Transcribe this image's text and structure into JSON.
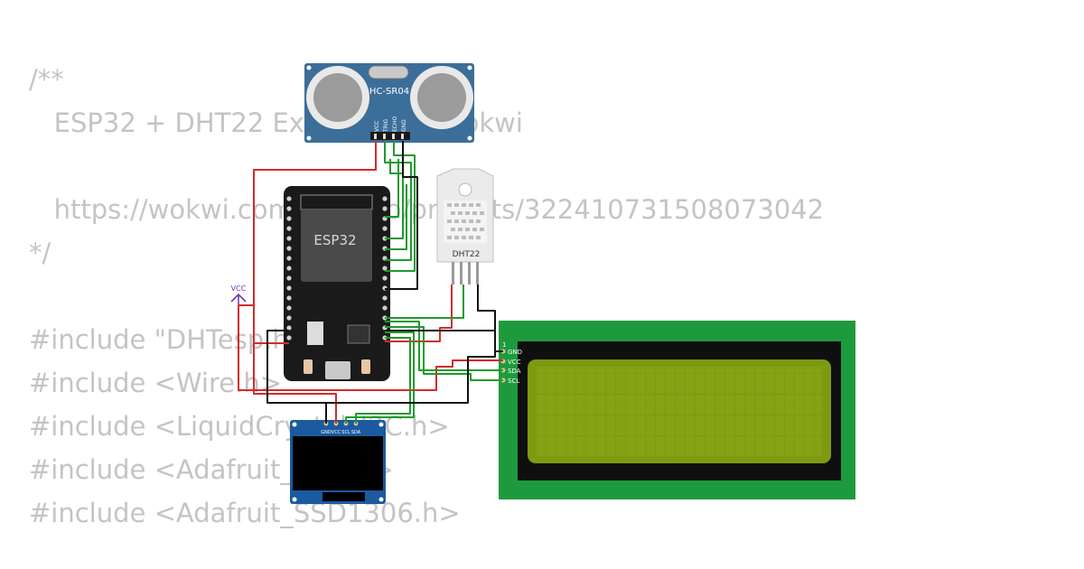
{
  "code_lines": [
    "/**",
    "   ESP32 + DHT22 Example for Wokwi",
    "",
    "   https://wokwi.com/arduino/projects/322410731508073042",
    "*/",
    "",
    "#include \"DHTesp.h\"",
    "#include <Wire.h>",
    "#include <LiquidCrystal_I2C.h>",
    "#include <Adafruit_GFX.h>",
    "#include <Adafruit_SSD1306.h>"
  ],
  "components": {
    "ultrasonic": {
      "label": "HC-SR04",
      "pins": [
        "VCC",
        "TRIG",
        "ECHO",
        "GND"
      ]
    },
    "esp32": {
      "label": "ESP32"
    },
    "dht": {
      "label": "DHT22"
    },
    "vcc_label": "VCC",
    "lcd": {
      "pin1": "1",
      "pins": [
        "GND",
        "VCC",
        "SDA",
        "SCL"
      ]
    },
    "oled": {
      "pins": [
        "GND",
        "VCC",
        "SCL",
        "SDA"
      ]
    }
  },
  "colors": {
    "wire_red": "#d42b2b",
    "wire_green": "#1f9a2e",
    "wire_black": "#111111",
    "lcd_pcb": "#1e9a3e",
    "lcd_screen": "#7e9a10",
    "sensor_blue": "#3c6e9a",
    "oled_blue": "#1c5aa0",
    "vcc_purple": "#7a3aa8"
  }
}
